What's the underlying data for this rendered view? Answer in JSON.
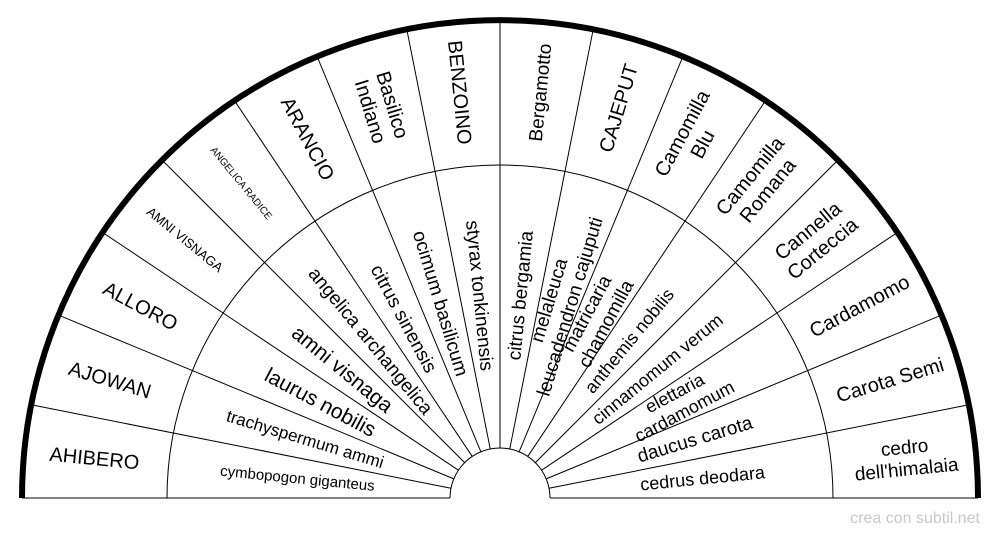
{
  "colors": {
    "ink": "#000000",
    "background": "#ffffff",
    "watermark": "#c8c8c8"
  },
  "watermark": "crea con subtil.net",
  "segments": [
    {
      "common": "AHIBERO",
      "latin": [
        "cymbopogon giganteus"
      ]
    },
    {
      "common": "AJOWAN",
      "latin": [
        "trachyspermum ammi"
      ]
    },
    {
      "common": "ALLORO",
      "latin": [
        "laurus nobilis"
      ]
    },
    {
      "common": "AMNI VISNAGA",
      "latin": [
        "amni visnaga"
      ]
    },
    {
      "common": "ANGELICA RADICE",
      "latin": [
        "angelica archangelica"
      ]
    },
    {
      "common": "ARANCIO",
      "latin": [
        "citrus sinensis"
      ]
    },
    {
      "common": [
        "Basilico",
        "Indiano"
      ],
      "latin": [
        "ocimum basilicum"
      ]
    },
    {
      "common": "BENZOINO",
      "latin": [
        "styrax tonkinensis"
      ]
    },
    {
      "common": "Bergamotto",
      "latin": [
        "citrus bergamia"
      ]
    },
    {
      "common": "CAJEPUT",
      "latin": [
        "melaleuca",
        "leucadendron cajuputi"
      ]
    },
    {
      "common": [
        "Camomilla",
        "Blu"
      ],
      "latin": [
        "matricaria",
        "chamomilla"
      ]
    },
    {
      "common": [
        "Camomilla",
        "Romana"
      ],
      "latin": [
        "anthemis nobilis"
      ]
    },
    {
      "common": [
        "Cannella",
        "Corteccia"
      ],
      "latin": [
        "cinnamomum verum"
      ]
    },
    {
      "common": "Cardamomo",
      "latin": [
        "elettaria",
        "cardamomum"
      ]
    },
    {
      "common": "Carota Semi",
      "latin": [
        "daucus carota"
      ]
    },
    {
      "common": [
        "cedro",
        "dell'himalaia"
      ],
      "latin": [
        "cedrus deodara"
      ]
    }
  ]
}
